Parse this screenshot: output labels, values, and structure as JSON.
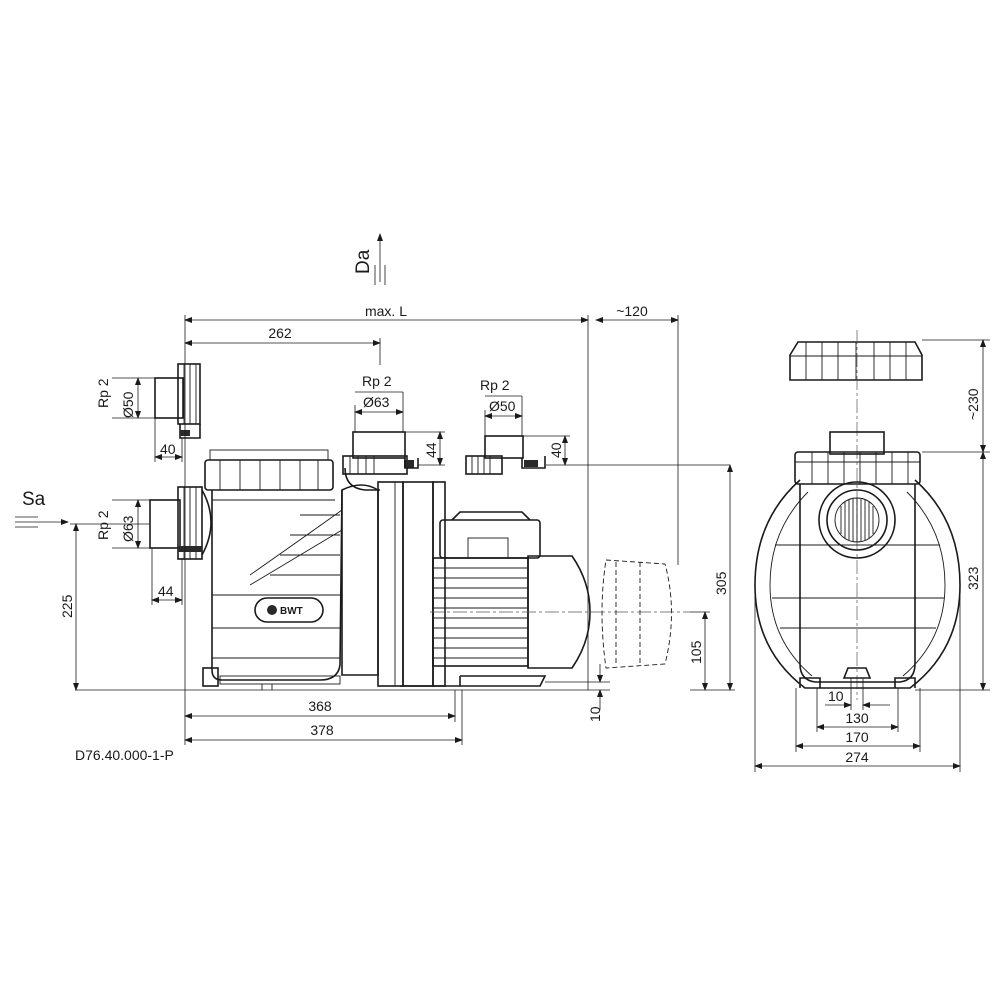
{
  "drawing": {
    "code": "D76.40.000-1-P",
    "flows": {
      "suction": "Sa",
      "discharge": "Da"
    },
    "brand": "BWT",
    "side_view": {
      "labels": {
        "max_l": "max. L",
        "d262": "262",
        "d120": "~120",
        "d368": "368",
        "d378": "378",
        "d225": "225",
        "d305": "305",
        "d105": "105",
        "d10": "10",
        "rp_top": "Rp 2",
        "dia63_top": "Ø63",
        "d44_top": "44",
        "rp_mid": "Rp 2",
        "dia50_mid": "Ø50",
        "d40_mid": "40",
        "rp_left_top": "Rp 2",
        "dia50_left": "Ø50",
        "d40_left": "40",
        "rp_left_bottom": "Rp 2",
        "dia63_left": "Ø63",
        "d44_left": "44"
      }
    },
    "front_view": {
      "labels": {
        "d230": "~230",
        "d323": "323",
        "d10": "10",
        "d130": "130",
        "d170": "170",
        "d274": "274"
      }
    }
  }
}
